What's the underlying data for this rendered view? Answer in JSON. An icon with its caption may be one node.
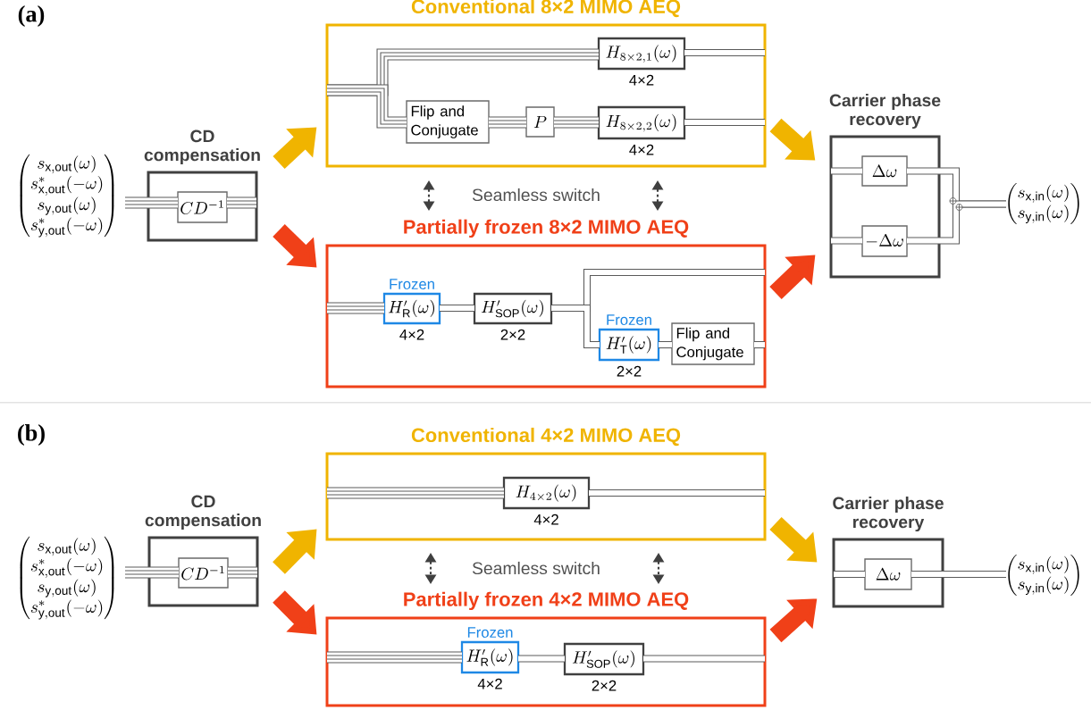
{
  "diagram": {
    "nodes": [
      {
        "text": [
          "\\begin{pmatrix} s_{\\mathrm{x,out}}(\\omega) \\\\ s^{*}_{\\mathrm{x,out}}(-\\omega) \\\\ s_{\\mathrm{y,out}}(\\omega) \\\\ s^{*}_{\\mathrm{y,out}}(-\\omega) \\end{pmatrix}"
        ]
      },
      {
        "text": [
          "CD compensation"
        ]
      },
      {
        "text": [
          "CD^{-1}"
        ],
        "in": 1
      },
      {
        "text": [
          "Conventional 8×2 MIMO AEQ"
        ]
      },
      {
        "text": [
          "H_{8\\times 2,1}(\\omega)"
        ],
        "in": 3,
        "beside": [
          "4×2"
        ]
      },
      {
        "text": [
          "Flip and Conjugate"
        ],
        "in": 3
      },
      {
        "text": [
          "P"
        ],
        "in": 3
      },
      {
        "text": [
          "H_{8\\times 2,2}(\\omega)"
        ],
        "in": 3,
        "beside": [
          "4×2"
        ]
      },
      {
        "text": [
          "Partially frozen 8×2 MIMO AEQ"
        ]
      },
      {
        "text": [
          "Frozen",
          "H'_{\\mathrm{R}}(\\omega)"
        ],
        "in": 8,
        "beside": [
          "4×2"
        ]
      },
      {
        "text": [
          "H'_{\\mathrm{SOP}}(\\omega)"
        ],
        "in": 8,
        "beside": [
          "2×2"
        ]
      },
      {
        "text": [
          "Frozen",
          "H'_{\\mathrm{T}}(\\omega)"
        ],
        "in": 8,
        "beside": [
          "2×2"
        ]
      },
      {
        "text": [
          "Flip and Conjugate"
        ],
        "in": 8
      },
      {
        "text": [
          "Carrier phase recovery"
        ]
      },
      {
        "text": [
          "\\Delta\\omega"
        ],
        "in": 13
      },
      {
        "text": [
          "-\\Delta\\omega"
        ],
        "in": 13
      },
      {
        "text": [
          "\\begin{pmatrix} s_{\\mathrm{x,in}}(\\omega) \\\\ s_{\\mathrm{y,in}}(\\omega) \\end{pmatrix}"
        ]
      },
      {
        "text": [
          "\\begin{pmatrix} s_{\\mathrm{x,out}}(\\omega) \\\\ s^{*}_{\\mathrm{x,out}}(-\\omega) \\\\ s_{\\mathrm{y,out}}(\\omega) \\\\ s^{*}_{\\mathrm{y,out}}(-\\omega) \\end{pmatrix}"
        ]
      },
      {
        "text": [
          "CD compensation"
        ]
      },
      {
        "text": [
          "CD^{-1}"
        ],
        "in": 18
      },
      {
        "text": [
          "Conventional 4×2 MIMO AEQ"
        ]
      },
      {
        "text": [
          "H_{4\\times 2}(\\omega)"
        ],
        "in": 20,
        "beside": [
          "4×2"
        ]
      },
      {
        "text": [
          "Partially frozen 4×2 MIMO AEQ"
        ]
      },
      {
        "text": [
          "Frozen",
          "H'_{\\mathrm{R}}(\\omega)"
        ],
        "in": 22,
        "beside": [
          "4×2"
        ]
      },
      {
        "text": [
          "H'_{\\mathrm{SOP}}(\\omega)"
        ],
        "in": 22,
        "beside": [
          "2×2"
        ]
      },
      {
        "text": [
          "Carrier phase recovery"
        ]
      },
      {
        "text": [
          "\\Delta\\omega"
        ],
        "in": 25
      },
      {
        "text": [
          "\\begin{pmatrix} s_{\\mathrm{x,in}}(\\omega) \\\\ s_{\\mathrm{y,in}}(\\omega) \\end{pmatrix}"
        ]
      }
    ],
    "edges": [
      {
        "from": 0,
        "to": 2,
        "arrow": "none"
      },
      {
        "from": 2,
        "to": 1,
        "arrow": "none"
      },
      {
        "from": 1,
        "to": 3,
        "arrow": "to",
        "style": "thick",
        "color": "#f0b400"
      },
      {
        "from": 1,
        "to": 8,
        "arrow": "to",
        "style": "thick",
        "color": "#f04018"
      },
      {
        "from": 3,
        "to": 4,
        "arrow": "none"
      },
      {
        "from": 3,
        "to": 5,
        "arrow": "none"
      },
      {
        "from": 5,
        "to": 6,
        "arrow": "none"
      },
      {
        "from": 6,
        "to": 7,
        "arrow": "none"
      },
      {
        "from": 4,
        "to": 3,
        "arrow": "none"
      },
      {
        "from": 7,
        "to": 3,
        "arrow": "none"
      },
      {
        "from": 3,
        "to": 8,
        "arrow": "both",
        "style": "dashed"
      },
      {
        "from": 3,
        "to": 8,
        "arrow": "both",
        "style": "dashed"
      },
      {
        "from": 8,
        "to": 9,
        "arrow": "none"
      },
      {
        "from": 9,
        "to": 10,
        "arrow": "none"
      },
      {
        "from": 10,
        "to": 8,
        "arrow": "none"
      },
      {
        "from": 10,
        "to": 11,
        "arrow": "none"
      },
      {
        "from": 11,
        "to": 12,
        "arrow": "none"
      },
      {
        "from": 12,
        "to": 8,
        "arrow": "none"
      },
      {
        "from": 3,
        "to": 13,
        "arrow": "to",
        "style": "thick",
        "color": "#f0b400"
      },
      {
        "from": 8,
        "to": 13,
        "arrow": "to",
        "style": "thick",
        "color": "#f04018"
      },
      {
        "from": 13,
        "to": 14,
        "arrow": "none"
      },
      {
        "from": 13,
        "to": 15,
        "arrow": "none"
      },
      {
        "from": 14,
        "to": 16,
        "arrow": "none"
      },
      {
        "from": 15,
        "to": 16,
        "arrow": "none"
      },
      {
        "from": 17,
        "to": 19,
        "arrow": "none"
      },
      {
        "from": 19,
        "to": 18,
        "arrow": "none"
      },
      {
        "from": 18,
        "to": 20,
        "arrow": "to",
        "style": "thick",
        "color": "#f0b400"
      },
      {
        "from": 18,
        "to": 22,
        "arrow": "to",
        "style": "thick",
        "color": "#f04018"
      },
      {
        "from": 20,
        "to": 21,
        "arrow": "none"
      },
      {
        "from": 21,
        "to": 20,
        "arrow": "none"
      },
      {
        "from": 20,
        "to": 22,
        "arrow": "both",
        "style": "dashed"
      },
      {
        "from": 20,
        "to": 22,
        "arrow": "both",
        "style": "dashed"
      },
      {
        "from": 22,
        "to": 23,
        "arrow": "none"
      },
      {
        "from": 23,
        "to": 24,
        "arrow": "none"
      },
      {
        "from": 24,
        "to": 22,
        "arrow": "none"
      },
      {
        "from": 20,
        "to": 25,
        "arrow": "to",
        "style": "thick",
        "color": "#f0b400"
      },
      {
        "from": 22,
        "to": 25,
        "arrow": "to",
        "style": "thick",
        "color": "#f04018"
      },
      {
        "from": 25,
        "to": 26,
        "arrow": "none"
      },
      {
        "from": 26,
        "to": 27,
        "arrow": "none"
      }
    ],
    "labels": [
      "(a)",
      "Seamless switch",
      "(b)",
      "Seamless switch"
    ]
  }
}
